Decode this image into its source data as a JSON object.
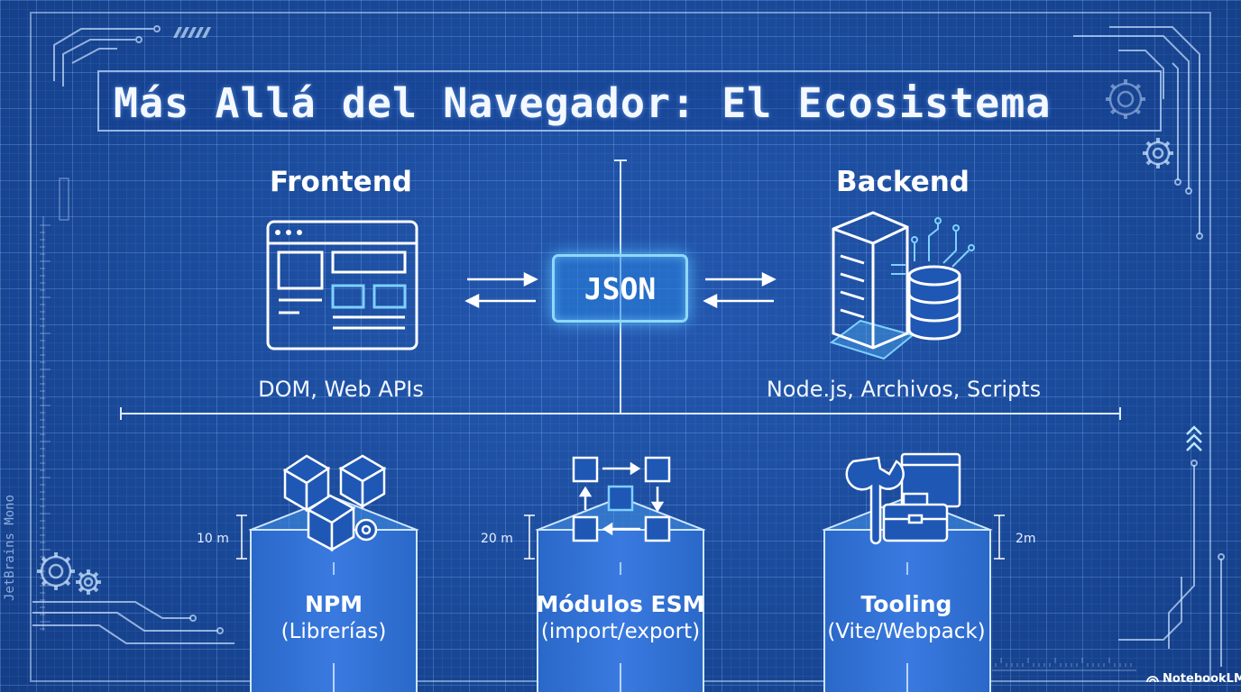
{
  "title": "Más Allá del Navegador: El Ecosistema",
  "frontend": {
    "heading": "Frontend",
    "subtitle": "DOM, Web APIs"
  },
  "backend": {
    "heading": "Backend",
    "subtitle": "Node.js, Archivos, Scripts"
  },
  "center": {
    "label": "JSON"
  },
  "pillars": [
    {
      "name": "NPM",
      "sub": "(Librerías)",
      "height": "10 m"
    },
    {
      "name": "Módulos ESM",
      "sub": "(import/export)",
      "height": "20 m"
    },
    {
      "name": "Tooling",
      "sub": "(Vite/Webpack)",
      "height": "2m"
    }
  ],
  "side_text": "JetBrains Mono",
  "brand": "NotebookLM",
  "colors": {
    "background": "#1a4a9a",
    "line": "#dbe9ff",
    "glow": "#8fd8ff"
  }
}
